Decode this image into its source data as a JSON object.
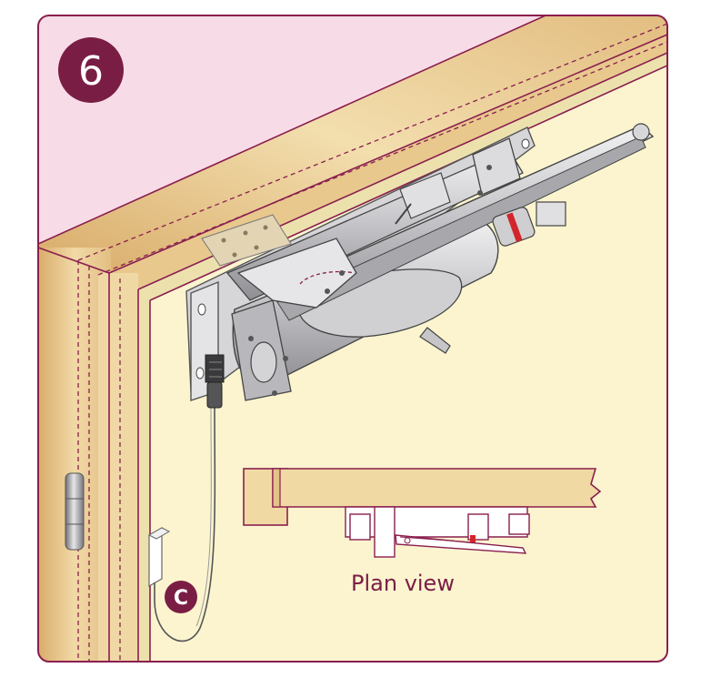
{
  "step": {
    "number": "6"
  },
  "callout": {
    "letter": "C"
  },
  "plan_view": {
    "label": "Plan view"
  },
  "colors": {
    "frame_border": "#8a1f4f",
    "badge": "#7a1d45",
    "wall_pink": "#f6dbe6",
    "door_face": "#fbf4cf",
    "frame_wood": "#e9c98f",
    "metal": "#c9c9cc"
  }
}
